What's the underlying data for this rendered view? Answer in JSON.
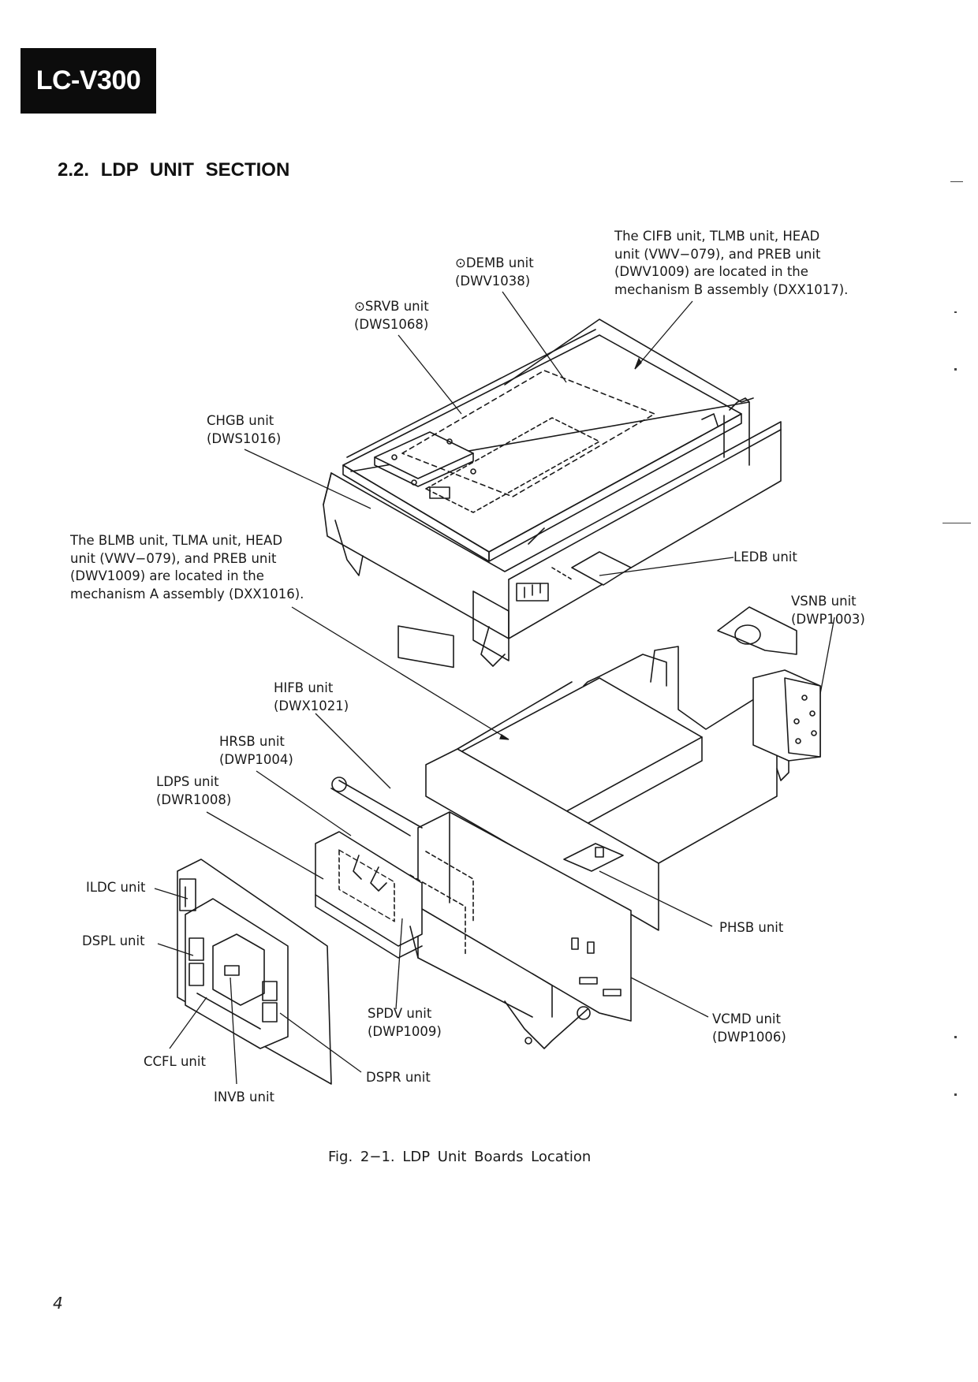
{
  "header": {
    "model": "LC-V300"
  },
  "section": {
    "title": "2.2. LDP UNIT SECTION"
  },
  "labels": {
    "note_b": [
      "The CIFB unit, TLMB unit, HEAD",
      "unit (VWV−079), and PREB unit",
      "(DWV1009) are located in the",
      "mechanism B assembly (DXX1017)."
    ],
    "demb": [
      "⊙DEMB unit",
      "(DWV1038)"
    ],
    "srvb": [
      "⊙SRVB unit",
      "(DWS1068)"
    ],
    "chgb": [
      "CHGB unit",
      "(DWS1016)"
    ],
    "note_a": [
      "The BLMB unit, TLMA unit, HEAD",
      "unit (VWV−079), and PREB unit",
      "(DWV1009) are located in the",
      "mechanism A assembly (DXX1016)."
    ],
    "ledb": "LEDB unit",
    "vsnb": [
      "VSNB unit",
      "(DWP1003)"
    ],
    "hifb": [
      "HIFB unit",
      "(DWX1021)"
    ],
    "hrsb": [
      "HRSB unit",
      "(DWP1004)"
    ],
    "ldps": [
      "LDPS unit",
      "(DWR1008)"
    ],
    "ildc": "ILDC unit",
    "dspl": "DSPL unit",
    "phsb": "PHSB unit",
    "spdv": [
      "SPDV unit",
      "(DWP1009)"
    ],
    "vcmd": [
      "VCMD unit",
      "(DWP1006)"
    ],
    "ccfl": "CCFL unit",
    "dspr": "DSPR unit",
    "invb": "INVB unit"
  },
  "caption": "Fig. 2−1.  LDP Unit Boards Location",
  "page_number": "4"
}
